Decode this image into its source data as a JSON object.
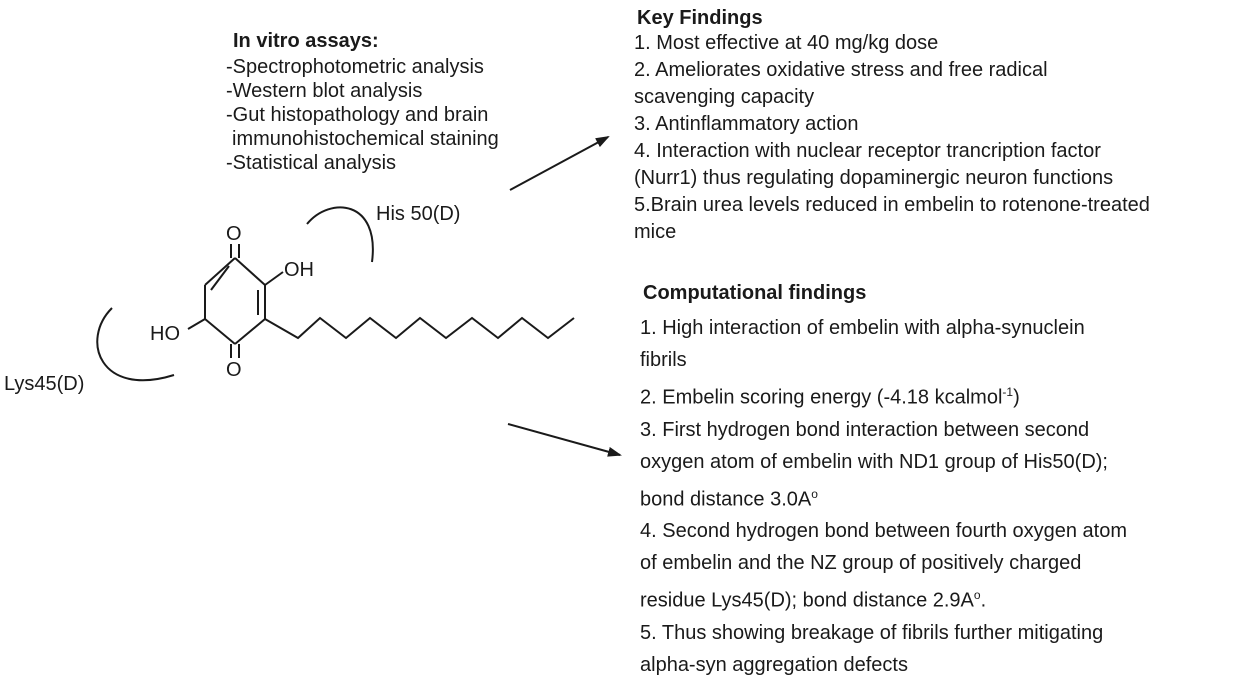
{
  "in_vitro": {
    "heading": "In vitro assays:",
    "items": [
      "-Spectrophotometric analysis",
      "-Western blot analysis",
      "-Gut histopathology and brain",
      "immunohistochemical staining",
      "-Statistical analysis"
    ]
  },
  "key_findings": {
    "heading": "Key Findings",
    "items": [
      "1. Most effective at 40 mg/kg dose",
      "2. Ameliorates oxidative stress and free radical",
      "scavenging capacity",
      "3. Antinflammatory action",
      "4. Interaction with nuclear receptor trancription factor",
      "(Nurr1) thus regulating dopaminergic neuron functions",
      "5.Brain urea levels reduced in embelin to rotenone-treated",
      "mice"
    ]
  },
  "computational": {
    "heading": "Computational findings",
    "items": [
      "1. High interaction of embelin with alpha-synuclein",
      "fibrils",
      "2. Embelin scoring energy (-4.18 kcalmol",
      "3. First hydrogen bond interaction between second",
      "oxygen atom of embelin with ND1 group of His50(D);",
      "bond distance 3.0A",
      "4. Second hydrogen bond between fourth oxygen atom",
      "of embelin and the NZ group of positively charged",
      "residue Lys45(D); bond distance 2.9A",
      "5. Thus showing breakage of fibrils further mitigating",
      "alpha-syn aggregation defects"
    ],
    "energy_superscript": "-1",
    "energy_close": ")",
    "degree_superscript": "o",
    "period": "."
  },
  "structure": {
    "residue_his": "His 50(D)",
    "residue_lys": "Lys45(D)",
    "atom_o_top": "O",
    "atom_o_bottom": "O",
    "group_oh_right": "OH",
    "group_ho_left": "HO"
  }
}
